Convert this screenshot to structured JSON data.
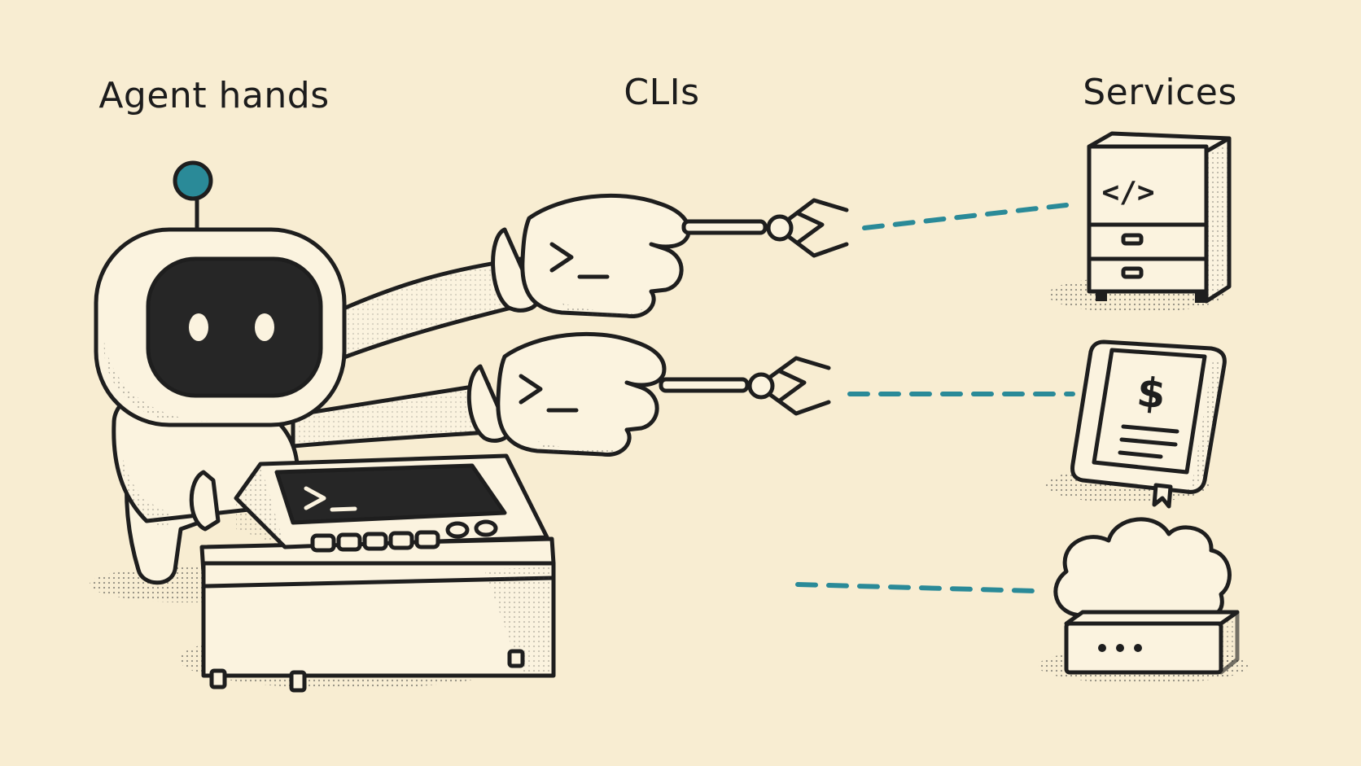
{
  "labels": {
    "agent": "Agent hands",
    "cli": "CLIs",
    "services": "Services"
  },
  "glyphs": {
    "prompt": ">_",
    "code": "</>",
    "dollar": "$"
  },
  "colors": {
    "background": "#f8edd2",
    "ink": "#1e1e1e",
    "accent": "#2a8a98",
    "fill_light": "#fbf3df",
    "screen": "#262626"
  },
  "icons": [
    "robot-icon",
    "terminal-console-icon",
    "glove-hand-icon",
    "gripper-claw-icon",
    "server-cabinet-icon",
    "billing-book-icon",
    "cloud-server-icon"
  ]
}
